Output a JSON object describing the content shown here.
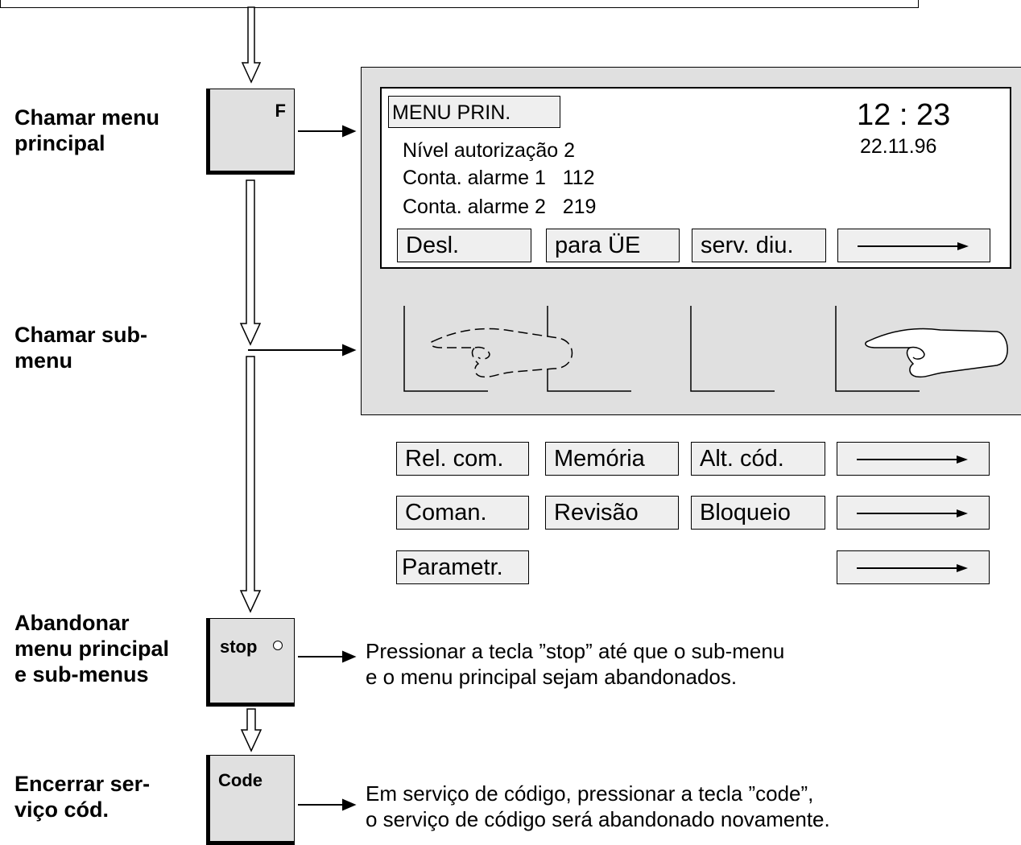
{
  "steps": [
    {
      "label": "Chamar menu\nprincipal"
    },
    {
      "label": "Chamar sub-\nmenu"
    },
    {
      "label": "Abandonar\nmenu principal\ne sub-menus"
    },
    {
      "label": "Encerrar ser-\nviço cód."
    }
  ],
  "keys": {
    "f": "F",
    "stop": "stop",
    "code": "Code"
  },
  "display": {
    "title": "MENU PRIN.",
    "time": "12 : 23",
    "date": "22.11.96",
    "lines": [
      "Nível autorização 2",
      "Conta. alarme 1   112",
      "Conta. alarme 2   219"
    ],
    "softkeys": [
      "Desl.",
      "para ÜE",
      "serv. diu."
    ]
  },
  "submenus": {
    "row1": [
      "Rel. com.",
      "Memória",
      "Alt. cód."
    ],
    "row2": [
      "Coman.",
      "Revisão",
      "Bloqueio"
    ],
    "row3": [
      "Parametr."
    ]
  },
  "notes": {
    "stop": "Pressionar a tecla ”stop” até que o sub-menu\ne o menu principal sejam abandonados.",
    "code": "Em serviço de código, pressionar a tecla  ”code”,\no serviço de código será abandonado novamente."
  }
}
